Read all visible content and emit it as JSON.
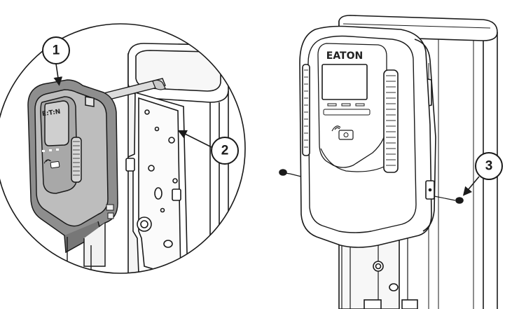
{
  "callouts": [
    {
      "label": "1"
    },
    {
      "label": "2"
    },
    {
      "label": "3"
    }
  ],
  "brand": {
    "logo_small": "E:T:N",
    "logo_large": "EATON"
  },
  "colors": {
    "line": "#1a1a1a",
    "charger_dark": "#8e8e8e",
    "charger_mid": "#bdbdbd",
    "charger_light": "#e9e9e9",
    "background": "#ffffff"
  },
  "icons": {
    "rfid": "rfid-card-icon",
    "arrow": "arrow-icon"
  }
}
